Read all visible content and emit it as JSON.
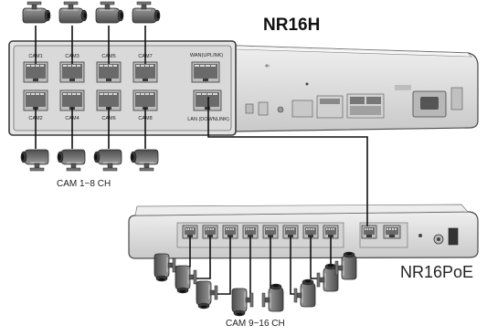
{
  "devices": {
    "nvr": {
      "title": "NR16H",
      "port_labels_top": [
        "CAM1",
        "CAM3",
        "CAM5",
        "CAM7"
      ],
      "port_labels_bottom": [
        "CAM2",
        "CAM4",
        "CAM6",
        "CAM8"
      ],
      "wan_label": "WAN(UPLINK)",
      "lan_label": "LAN (DOWNLINK)"
    },
    "poe_switch": {
      "title": "NR16PoE",
      "port_count": 8
    }
  },
  "groups": {
    "cam_1_8": "CAM 1~8  CH",
    "cam_9_16": "CAM 9~16  CH"
  },
  "colors": {
    "device_body": "#dcdcdc",
    "device_edge": "#4a4a4a",
    "cable": "#111111",
    "camera": "#6f6f6f"
  }
}
